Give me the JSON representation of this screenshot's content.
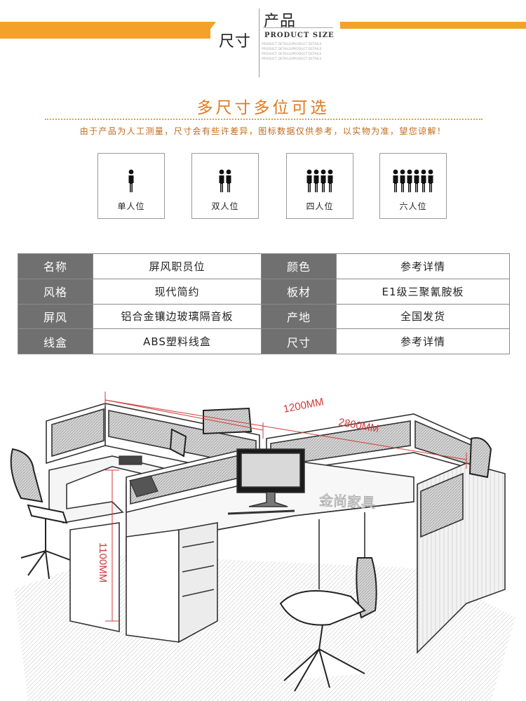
{
  "header": {
    "cn_line1": "产品",
    "cn_line2": "尺寸",
    "en": "PRODUCT SIZE",
    "small_lines": [
      "PRODUCT DETAILS/PRODUCT DETAILS",
      "PRODUCT DETAILS/PRODUCT DETAILS",
      "PRODUCT DETAILS/PRODUCT DETAILS",
      "PRODUCT DETAILS/PRODUCT DETAILS"
    ],
    "accent_color": "#f4a12a"
  },
  "title": "多尺寸多位可选",
  "subtitle": "由于产品为人工测量，尺寸会有些许差异，图标数据仅供参考，以实物为准，望您谅解！",
  "seat_options": [
    {
      "label": "单人位",
      "count": 1,
      "icon": "person-icon"
    },
    {
      "label": "双人位",
      "count": 2,
      "icon": "person-icon"
    },
    {
      "label": "四人位",
      "count": 4,
      "icon": "person-icon"
    },
    {
      "label": "六人位",
      "count": 6,
      "icon": "person-icon"
    }
  ],
  "specs": [
    {
      "k1": "名称",
      "v1": "屏风职员位",
      "k2": "颜色",
      "v2": "参考详情"
    },
    {
      "k1": "风格",
      "v1": "现代简约",
      "k2": "板材",
      "v2": "E1级三聚氰胺板"
    },
    {
      "k1": "屏风",
      "v1": "铝合金镶边玻璃隔音板",
      "k2": "产地",
      "v2": "全国发货"
    },
    {
      "k1": "线盒",
      "v1": "ABS塑料线盒",
      "k2": "尺寸",
      "v2": "参考详情"
    }
  ],
  "dimensions": {
    "width_a": "1200MM",
    "width_b": "2800MM",
    "height": "1100MM",
    "color": "#d13a3a"
  },
  "watermark": "金尚家具"
}
